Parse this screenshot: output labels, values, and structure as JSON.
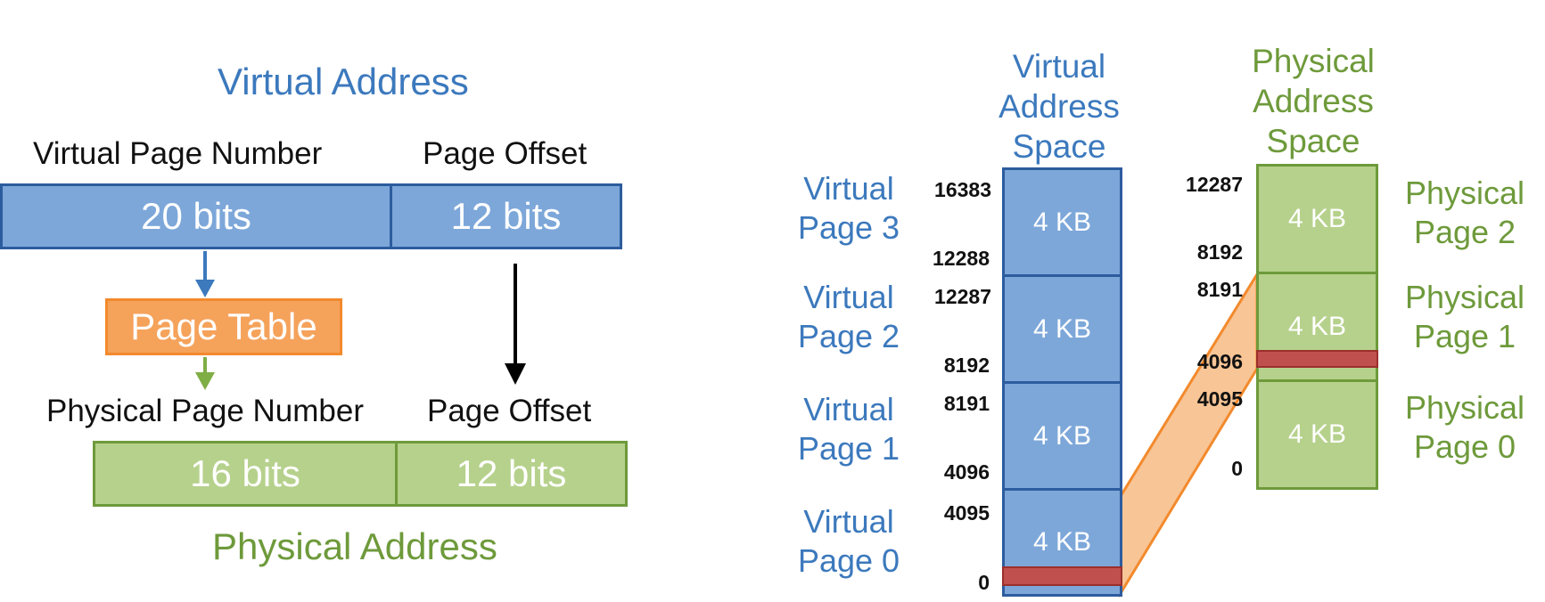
{
  "left": {
    "virtual_address_title": "Virtual Address",
    "virtual_page_number_label": "Virtual Page Number",
    "page_offset_label_top": "Page Offset",
    "vpn_bits": "20 bits",
    "offset_bits_top": "12 bits",
    "page_table_label": "Page Table",
    "physical_page_number_label": "Physical Page Number",
    "page_offset_label_bottom": "Page Offset",
    "ppn_bits": "16 bits",
    "offset_bits_bottom": "12 bits",
    "physical_address_title": "Physical Address"
  },
  "right": {
    "virtual_space_title": "Virtual Address Space",
    "physical_space_title": "Physical Address Space",
    "cell_label": "4 KB",
    "virtual_pages": [
      "Virtual Page 3",
      "Virtual Page 2",
      "Virtual Page 1",
      "Virtual Page 0"
    ],
    "physical_pages": [
      "Physical Page 2",
      "Physical Page 1",
      "Physical Page 0"
    ],
    "virtual_addresses": [
      "16383",
      "12288",
      "12287",
      "8192",
      "8191",
      "4096",
      "4095",
      "0"
    ],
    "physical_addresses": [
      "12287",
      "8192",
      "8191",
      "4096",
      "4095",
      "0"
    ]
  },
  "colors": {
    "blue": "#7da7d9",
    "blue_border": "#2d5c9e",
    "green": "#b6d18c",
    "green_border": "#6e9a3b",
    "orange": "#f5a25b",
    "red": "#c0504d"
  }
}
